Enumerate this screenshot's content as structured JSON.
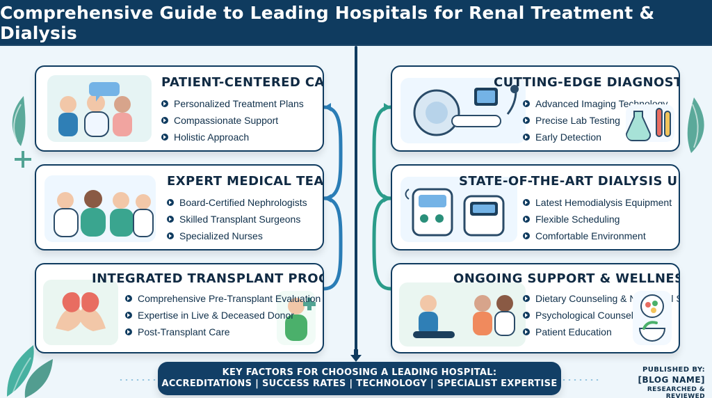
{
  "header": {
    "title": "Comprehensive Guide to Leading Hospitals for Renal Treatment & Dialysis"
  },
  "left_cards": [
    {
      "title": "PATIENT-CENTERED CARE",
      "items": [
        "Personalized Treatment Plans",
        "Compassionate Support",
        "Holistic Approach"
      ]
    },
    {
      "title": "EXPERT MEDICAL TEAM",
      "items": [
        "Board-Certified Nephrologists",
        "Skilled Transplant Surgeons",
        "Specialized Nurses"
      ]
    },
    {
      "title": "INTEGRATED TRANSPLANT PROGRAMS",
      "items": [
        "Comprehensive Pre-Transplant Evaluation",
        "Expertise in Live & Deceased Donor",
        "Post-Transplant Care"
      ]
    }
  ],
  "right_cards": [
    {
      "title": "CUTTING-EDGE DIAGNOSTICS",
      "items": [
        "Advanced Imaging Technology",
        "Precise Lab Testing",
        "Early Detection"
      ]
    },
    {
      "title": "STATE-OF-THE-ART DIALYSIS UNITS",
      "items": [
        "Latest Hemodialysis Equipment",
        "Flexible Scheduling",
        "Comfortable Environment"
      ]
    },
    {
      "title": "ONGOING SUPPORT & WELLNESS",
      "items": [
        "Dietary Counseling & Nutritional Support",
        "Psychological Counseling",
        "Patient Education"
      ]
    }
  ],
  "footer": {
    "banner_line1": "KEY FACTORS FOR CHOOSING A LEADING HOSPITAL:",
    "banner_line2": "ACCREDITATIONS | SUCCESS RATES | TECHNOLOGY | SPECIALIST EXPERTISE",
    "published_by": "PUBLISHED BY:",
    "blog_name": "[BLOG NAME]",
    "reviewed": "RESEARCHED & REVIEWED"
  },
  "colors": {
    "navy": "#0f3b5f",
    "background": "#eef6fb",
    "teal": "#1f9c8a",
    "green": "#5ba54f"
  },
  "icons": {
    "spine_arrow": "down-arrow-icon",
    "connector_arrows": "curved-arrow-icon",
    "bullets": "play-bullet-icon",
    "illustrations": [
      "care-team-icon",
      "medical-team-icon",
      "kidney-hands-icon",
      "diagnostics-icon",
      "dialysis-machine-icon",
      "wellness-counseling-icon"
    ]
  }
}
